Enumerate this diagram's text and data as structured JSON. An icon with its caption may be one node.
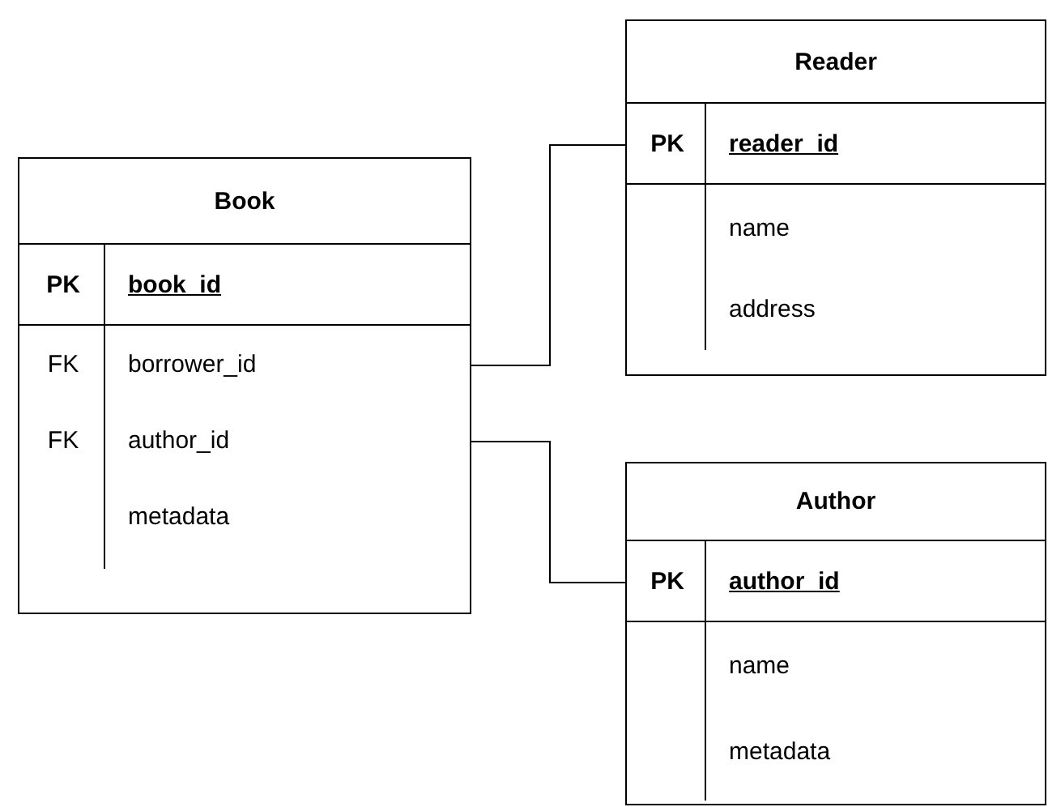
{
  "diagram": {
    "nodes": [
      {
        "text": [
          "Book"
        ]
      },
      {
        "text": [
          "PK",
          "book_id"
        ],
        "in": 0
      },
      {
        "text": [
          "FK",
          "borrower_id"
        ],
        "in": 0
      },
      {
        "text": [
          "FK",
          "author_id"
        ],
        "in": 0
      },
      {
        "text": [
          "metadata"
        ],
        "in": 0
      },
      {
        "text": [
          "Reader"
        ]
      },
      {
        "text": [
          "PK",
          "reader_id"
        ],
        "in": 5
      },
      {
        "text": [
          "name"
        ],
        "in": 5
      },
      {
        "text": [
          "address"
        ],
        "in": 5
      },
      {
        "text": [
          "Author"
        ]
      },
      {
        "text": [
          "PK",
          "author_id"
        ],
        "in": 9
      },
      {
        "text": [
          "name"
        ],
        "in": 9
      },
      {
        "text": [
          "metadata"
        ],
        "in": 9
      }
    ],
    "edges": [
      {
        "from": 2,
        "to": 6,
        "arrow": "none"
      },
      {
        "from": 3,
        "to": 10,
        "arrow": "none"
      }
    ]
  }
}
